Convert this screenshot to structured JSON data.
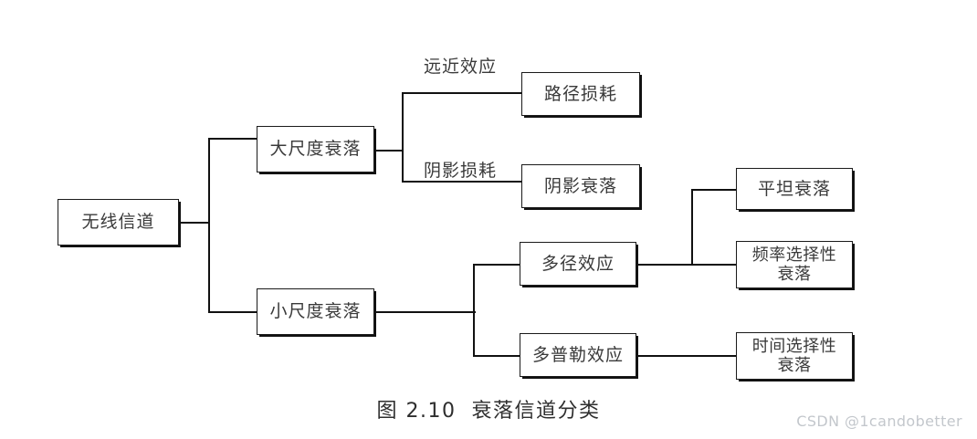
{
  "figure": {
    "caption": "图 2.10  衰落信道分类",
    "watermark": "CSDN @1candobetter",
    "background_color": "#ffffff",
    "line_color": "#111111",
    "text_color": "#3a3a3a"
  },
  "nodes": {
    "root": "无线信道",
    "large_scale": "大尺度衰落",
    "small_scale": "小尺度衰落",
    "path_loss": "路径损耗",
    "shadow_fading": "阴影衰落",
    "multipath": "多径效应",
    "doppler": "多普勒效应",
    "flat_fading": "平坦衰落",
    "freq_selective_line1": "频率选择性",
    "freq_selective_line2": "衰落",
    "time_selective_line1": "时间选择性",
    "time_selective_line2": "衰落"
  },
  "edge_labels": {
    "near_far_effect": "远近效应",
    "shadow_loss": "阴影损耗"
  }
}
